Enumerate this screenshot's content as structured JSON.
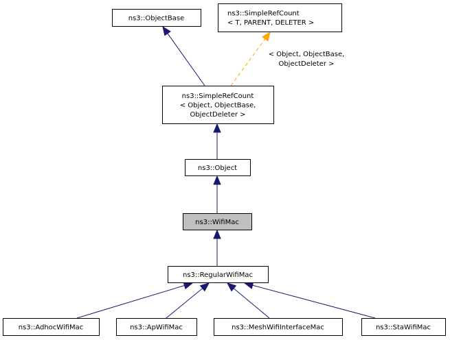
{
  "diagram": {
    "type": "class-inheritance-graph",
    "nodes": [
      {
        "id": "objectbase",
        "lines": [
          "ns3::ObjectBase"
        ],
        "highlight": false
      },
      {
        "id": "srctemplate",
        "lines": [
          "ns3::SimpleRefCount",
          "< T, PARENT, DELETER >"
        ],
        "align": "left",
        "highlight": false
      },
      {
        "id": "srcobject",
        "lines": [
          "ns3::SimpleRefCount",
          "< Object, ObjectBase,",
          "ObjectDeleter >"
        ],
        "highlight": false
      },
      {
        "id": "object",
        "lines": [
          "ns3::Object"
        ],
        "highlight": false
      },
      {
        "id": "wifimac",
        "lines": [
          "ns3::WifiMac"
        ],
        "highlight": true
      },
      {
        "id": "regularwifimac",
        "lines": [
          "ns3::RegularWifiMac"
        ],
        "highlight": false
      },
      {
        "id": "adhocwifimac",
        "lines": [
          "ns3::AdhocWifiMac"
        ],
        "highlight": false
      },
      {
        "id": "apwifimac",
        "lines": [
          "ns3::ApWifiMac"
        ],
        "highlight": false
      },
      {
        "id": "meshwifiinterfacemac",
        "lines": [
          "ns3::MeshWifiInterfaceMac"
        ],
        "highlight": false
      },
      {
        "id": "stawifimac",
        "lines": [
          "ns3::StaWifiMac"
        ],
        "highlight": false
      }
    ],
    "edges": [
      {
        "from": "srcobject",
        "to": "objectbase",
        "kind": "inheritance"
      },
      {
        "from": "srcobject",
        "to": "srctemplate",
        "kind": "template-instance",
        "label": [
          "< Object, ObjectBase,",
          "ObjectDeleter >"
        ]
      },
      {
        "from": "object",
        "to": "srcobject",
        "kind": "inheritance"
      },
      {
        "from": "wifimac",
        "to": "object",
        "kind": "inheritance"
      },
      {
        "from": "regularwifimac",
        "to": "wifimac",
        "kind": "inheritance"
      },
      {
        "from": "adhocwifimac",
        "to": "regularwifimac",
        "kind": "inheritance"
      },
      {
        "from": "apwifimac",
        "to": "regularwifimac",
        "kind": "inheritance"
      },
      {
        "from": "meshwifiinterfacemac",
        "to": "regularwifimac",
        "kind": "inheritance"
      },
      {
        "from": "stawifimac",
        "to": "regularwifimac",
        "kind": "inheritance"
      }
    ],
    "colors": {
      "inheritance_edge": "#191970",
      "template_edge": "#ffa500",
      "highlight_fill": "#bfbfbf",
      "node_fill": "#ffffff",
      "node_border": "#000000"
    }
  }
}
